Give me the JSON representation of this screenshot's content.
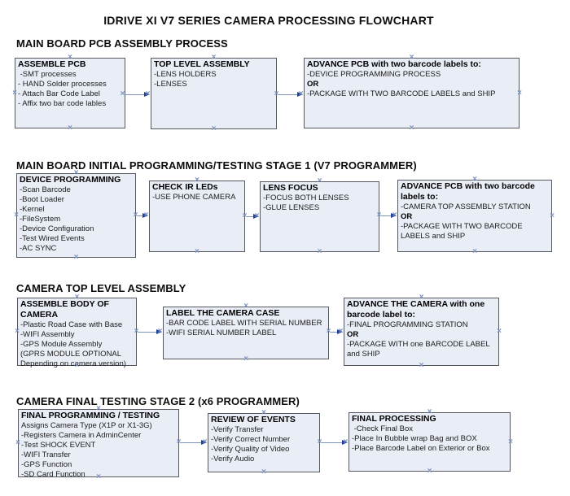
{
  "title": "IDRIVE XI V7 SERIES CAMERA PROCESSING FLOWCHART",
  "colors": {
    "box_fill": "#e9edf6",
    "box_border": "#55585f",
    "connector_line": "#8093b9",
    "arrowhead": "#20409a",
    "handle": "#7d92c2"
  },
  "sections": [
    {
      "heading": "MAIN BOARD PCB ASSEMBLY PROCESS",
      "boxes": [
        {
          "title": "ASSEMBLE PCB",
          "lines": [
            " -SMT processes",
            "- HAND Solder processes",
            "- Attach Bar Code Label",
            "- Affix two bar code lables"
          ]
        },
        {
          "title": "TOP LEVEL ASSEMBLY",
          "lines": [
            "-LENS HOLDERS",
            "-LENSES"
          ]
        },
        {
          "title": "ADVANCE PCB with two barcode labels to:",
          "lines": [
            "-DEVICE PROGRAMMING PROCESS",
            "OR",
            "-PACKAGE WITH TWO BARCODE LABELS and SHIP"
          ]
        }
      ]
    },
    {
      "heading": "MAIN BOARD INITIAL PROGRAMMING/TESTING STAGE 1 (V7 PROGRAMMER)",
      "boxes": [
        {
          "title": "DEVICE PROGRAMMING",
          "lines": [
            "-Scan Barcode",
            "-Boot Loader",
            "-Kernel",
            "-FileSystem",
            "-Device Configuration",
            "-Test Wired Events",
            "-AC SYNC"
          ]
        },
        {
          "title": "CHECK IR LEDs",
          "lines": [
            "-USE PHONE CAMERA"
          ]
        },
        {
          "title": "LENS FOCUS",
          "lines": [
            "-FOCUS BOTH LENSES",
            "-GLUE LENSES"
          ]
        },
        {
          "title": "ADVANCE PCB with two barcode labels to:",
          "lines": [
            "-CAMERA TOP ASSEMBLY STATION",
            "OR",
            "-PACKAGE WITH TWO BARCODE LABELS and SHIP"
          ]
        }
      ]
    },
    {
      "heading": "CAMERA TOP LEVEL ASSEMBLY",
      "boxes": [
        {
          "title": "ASSEMBLE BODY OF CAMERA",
          "lines": [
            "-Plastic Road Case with Base",
            "-WIFI Assembly",
            "-GPS Module Assembly",
            "(GPRS MODULE OPTIONAL",
            "Depending on camera version)"
          ]
        },
        {
          "title": "LABEL THE CAMERA CASE",
          "lines": [
            "-BAR CODE LABEL WITH SERIAL NUMBER",
            "-WIFI SERIAL NUMBER LABEL"
          ]
        },
        {
          "title": "ADVANCE THE CAMERA with one barcode label to:",
          "lines": [
            "-FINAL PROGRAMMING STATION",
            "OR",
            "-PACKAGE WITH one BARCODE LABEL and SHIP"
          ]
        }
      ]
    },
    {
      "heading": "CAMERA FINAL TESTING STAGE 2 (x6 PROGRAMMER)",
      "boxes": [
        {
          "title": "FINAL PROGRAMMING / TESTING",
          "lines": [
            "Assigns Camera Type (X1P or X1-3G)",
            "-Registers Camera in AdminCenter",
            "-Test SHOCK EVENT",
            "-WIFI Transfer",
            "-GPS Function",
            "-SD Card Function"
          ]
        },
        {
          "title": "REVIEW OF EVENTS",
          "lines": [
            "-Verify Transfer",
            "-Verify Correct Number",
            "-Verify Quality of Video",
            "-Verify Audio"
          ]
        },
        {
          "title": "FINAL PROCESSING",
          "lines": [
            " -Check Final Box",
            "-Place In Bubble wrap Bag and BOX",
            "-Place Barcode Label on Exterior or Box"
          ]
        }
      ]
    }
  ]
}
